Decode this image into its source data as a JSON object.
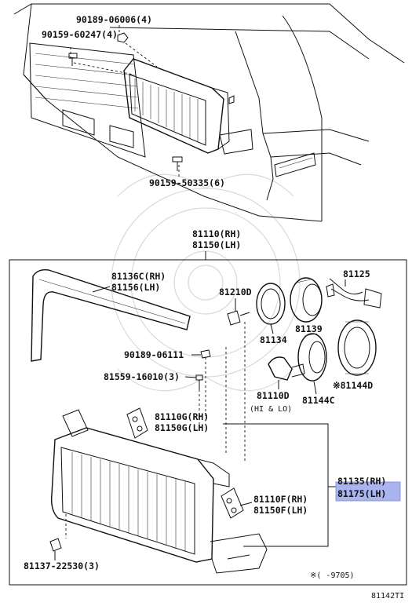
{
  "callouts": {
    "c90189_06006": "90189-06006(4)",
    "c90159_60247": "90159-60247(4)",
    "c90159_50335": "90159-50335(6)",
    "c81110_rh": "81110(RH)",
    "c81150_lh": "81150(LH)",
    "c81136c_rh": "81136C(RH)",
    "c81156_lh": "81156(LH)",
    "c81210d": "81210D",
    "c81125": "81125",
    "c81134": "81134",
    "c81139": "81139",
    "c90189_06111": "90189-06111",
    "c81559_16010": "81559-16010(3)",
    "c81110d": "81110D",
    "c81110d_note": "(HI & LO)",
    "c81144c": "81144C",
    "c81144d": "※81144D",
    "c81110g_rh": "81110G(RH)",
    "c81150g_lh": "81150G(LH)",
    "c81135_rh": "81135(RH)",
    "c81175_lh": "81175(LH)",
    "c81110f_rh": "81110F(RH)",
    "c81150f_lh": "81150F(LH)",
    "c81137_22530": "81137-22530(3)",
    "footnote": "※(    -9705)",
    "figure_id": "81142TI"
  },
  "highlight_color": "#aab4ee"
}
